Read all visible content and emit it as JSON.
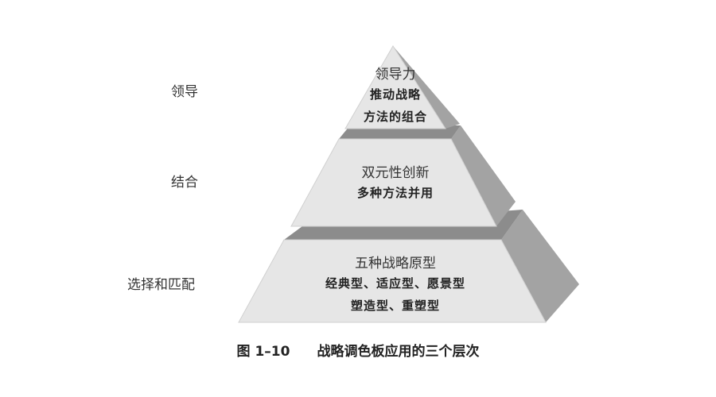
{
  "levels": [
    {
      "side_label": "领导",
      "title": "领导力",
      "lines": [
        "推动战略",
        "方法的组合"
      ]
    },
    {
      "side_label": "结合",
      "title": "双元性创新",
      "lines": [
        "多种方法并用"
      ]
    },
    {
      "side_label": "选择和匹配",
      "title": "五种战略原型",
      "lines": [
        "经典型、适应型、愿景型",
        "塑造型、重塑型"
      ]
    }
  ],
  "caption": {
    "number": "图 1–10",
    "text": "战略调色板应用的三个层次"
  },
  "colors": {
    "front": "#e6e6e6",
    "top_band": "#8c8c8c",
    "side": "#a3a3a3",
    "outline": "#d0d0d0"
  }
}
